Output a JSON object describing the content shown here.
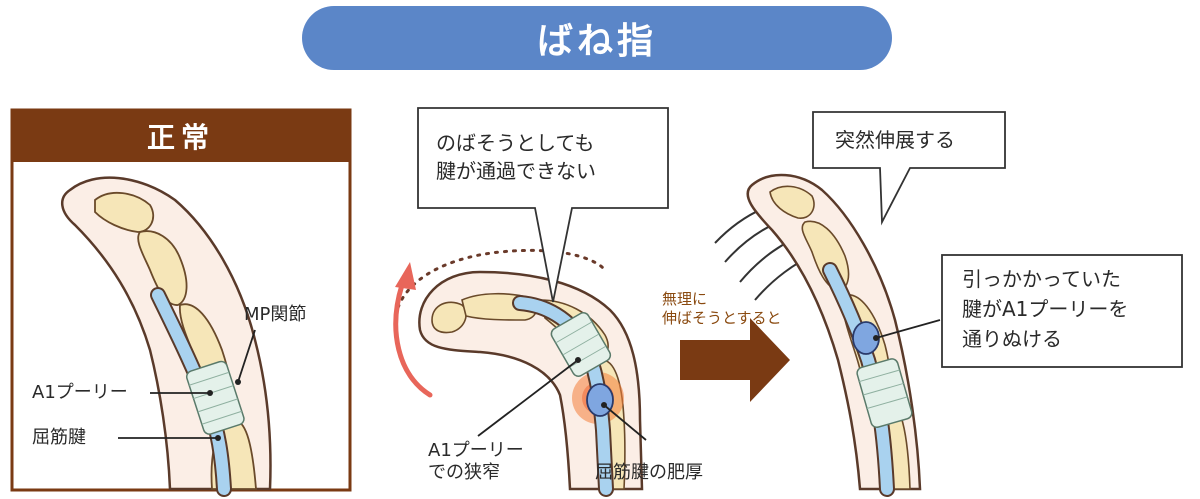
{
  "title": "ばね指",
  "normal": {
    "heading": "正常",
    "mp_label": "MP関節",
    "a1_label": "A1プーリー",
    "tendon_label": "屈筋腱"
  },
  "middle": {
    "bubble_line1": "のばそうとしても",
    "bubble_line2": "腱が通過できない",
    "a1_narrow_line1": "A1プーリー",
    "a1_narrow_line2": "での狭窄",
    "thickening_label": "屈筋腱の肥厚"
  },
  "arrow_caption": {
    "line1": "無理に",
    "line2": "伸ばそうとすると"
  },
  "right": {
    "bubble_sudden": "突然伸展する",
    "bubble_line1": "引っかかっていた",
    "bubble_line2": "腱がA1プーリーを",
    "bubble_line3": "通りぬける"
  },
  "colors": {
    "title_bg": "#5b86c8",
    "heading_bg": "#7a3a13",
    "arrow": "#7a3a13",
    "tendon": "#a9d2ef",
    "bone": "#f6e6b8",
    "skin": "#fbeee6",
    "motion_arrow": "#e8665a"
  }
}
